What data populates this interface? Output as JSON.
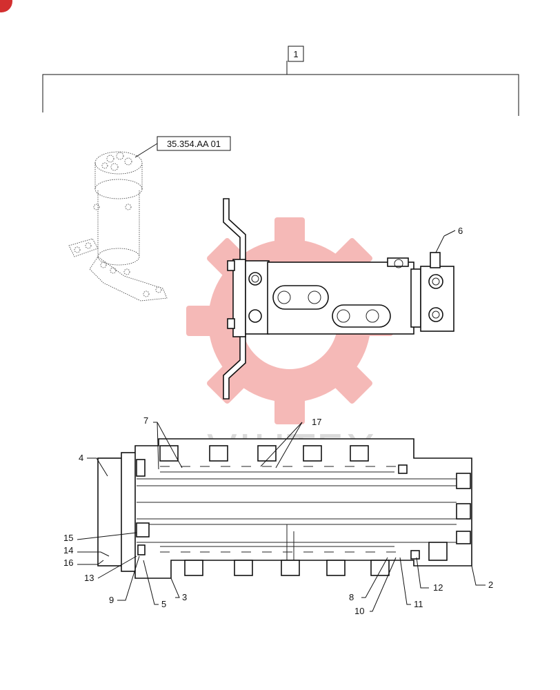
{
  "reference_box": "35.354.AA 01",
  "assembly_callout": "1",
  "watermark_text": "VIHTEX",
  "callouts": {
    "c2": "2",
    "c3": "3",
    "c4": "4",
    "c5": "5",
    "c6": "6",
    "c7": "7",
    "c8": "8",
    "c9": "9",
    "c10": "10",
    "c11": "11",
    "c12": "12",
    "c13": "13",
    "c14": "14",
    "c15": "15",
    "c16": "16",
    "c17": "17"
  },
  "colors": {
    "watermark": "#e53935",
    "corner_badge": "#d32f2f",
    "line": "#111111"
  }
}
